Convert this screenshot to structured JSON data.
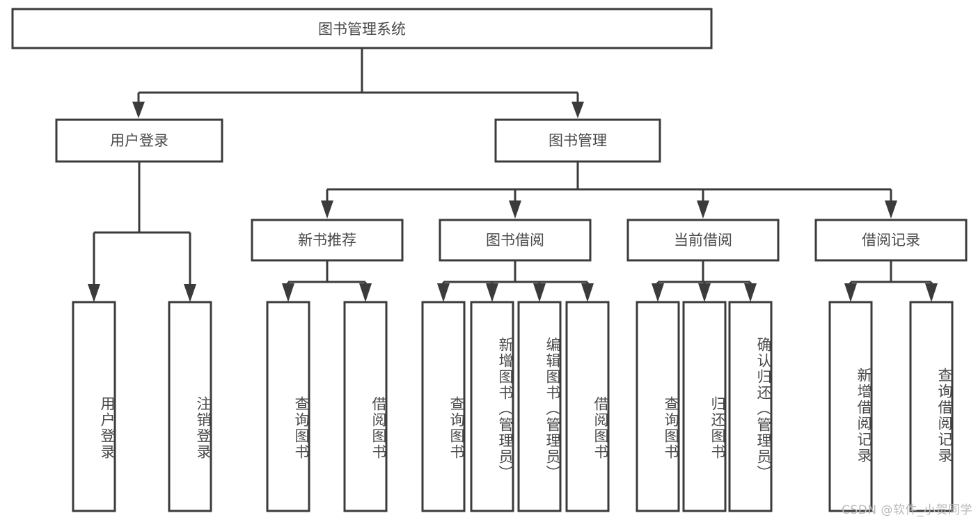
{
  "diagram": {
    "title": "图书管理系统",
    "type": "hierarchy-tree",
    "watermark": "CSDN @软件_小贺同学",
    "colors": {
      "stroke": "#3b3b3b",
      "fill": "#ffffff",
      "text": "#4a4a4a",
      "watermark": "#b9b9b9",
      "background": "#ffffff"
    },
    "root": {
      "label": "图书管理系统"
    },
    "level2": [
      {
        "label": "用户登录"
      },
      {
        "label": "图书管理"
      }
    ],
    "level3": [
      {
        "label": "新书推荐"
      },
      {
        "label": "图书借阅"
      },
      {
        "label": "当前借阅"
      },
      {
        "label": "借阅记录"
      }
    ],
    "leaves": {
      "user_login": [
        {
          "label": "用户登录"
        },
        {
          "label": "注销登录"
        }
      ],
      "new_book_recommend": [
        {
          "label": "查询图书"
        },
        {
          "label": "借阅图书"
        }
      ],
      "book_borrow": [
        {
          "label": "查询图书"
        },
        {
          "label": "新增图书（管理员）"
        },
        {
          "label": "编辑图书（管理员）"
        },
        {
          "label": "借阅图书"
        }
      ],
      "current_borrow": [
        {
          "label": "查询图书"
        },
        {
          "label": "归还图书"
        },
        {
          "label": "确认归还（管理员）"
        }
      ],
      "borrow_record": [
        {
          "label": "新增借阅记录"
        },
        {
          "label": "查询借阅记录"
        }
      ]
    }
  }
}
